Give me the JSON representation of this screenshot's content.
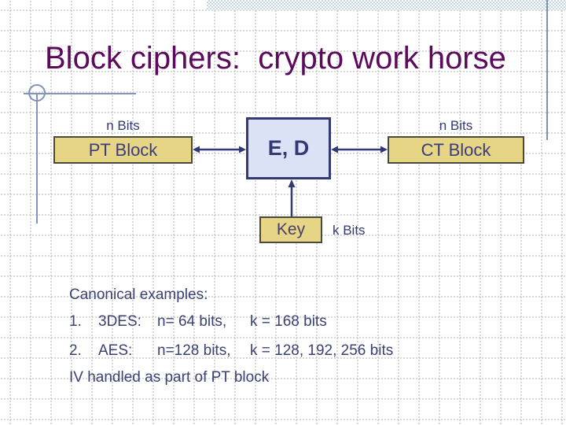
{
  "slide": {
    "title": "Block ciphers:  crypto work horse"
  },
  "diagram": {
    "pt_block_label": "PT Block",
    "ct_block_label": "CT Block",
    "cipher_box_label": "E, D",
    "key_box_label": "Key",
    "n_bits_left_label": "n Bits",
    "n_bits_right_label": "n Bits",
    "k_bits_label": "k Bits",
    "arrows": [
      {
        "from": "pt-block",
        "to": "cipher-box",
        "direction": "both"
      },
      {
        "from": "cipher-box",
        "to": "ct-block",
        "direction": "both"
      },
      {
        "from": "key-box",
        "to": "cipher-box",
        "direction": "up"
      }
    ]
  },
  "body": {
    "heading": "Canonical examples:",
    "items": [
      {
        "num": "1.",
        "name": "3DES:",
        "n": "n= 64 bits,",
        "k": "k = 168 bits"
      },
      {
        "num": "2.",
        "name": "AES:",
        "n": "n=128 bits,",
        "k": "k = 128, 192, 256 bits"
      }
    ],
    "footer": "IV handled as part of PT block"
  },
  "colors": {
    "title_text": "#5c0a5c",
    "diagram_navy": "#333a73",
    "body_text": "#3a4173",
    "yellow_box_fill": "#e6d584",
    "yellow_box_border": "#4a4a3c",
    "cipher_box_fill": "#dce2f5",
    "banner_blue": "#c6d4e7",
    "ornament_blue": "#8294b8",
    "grid_dot": "#cccccc"
  }
}
